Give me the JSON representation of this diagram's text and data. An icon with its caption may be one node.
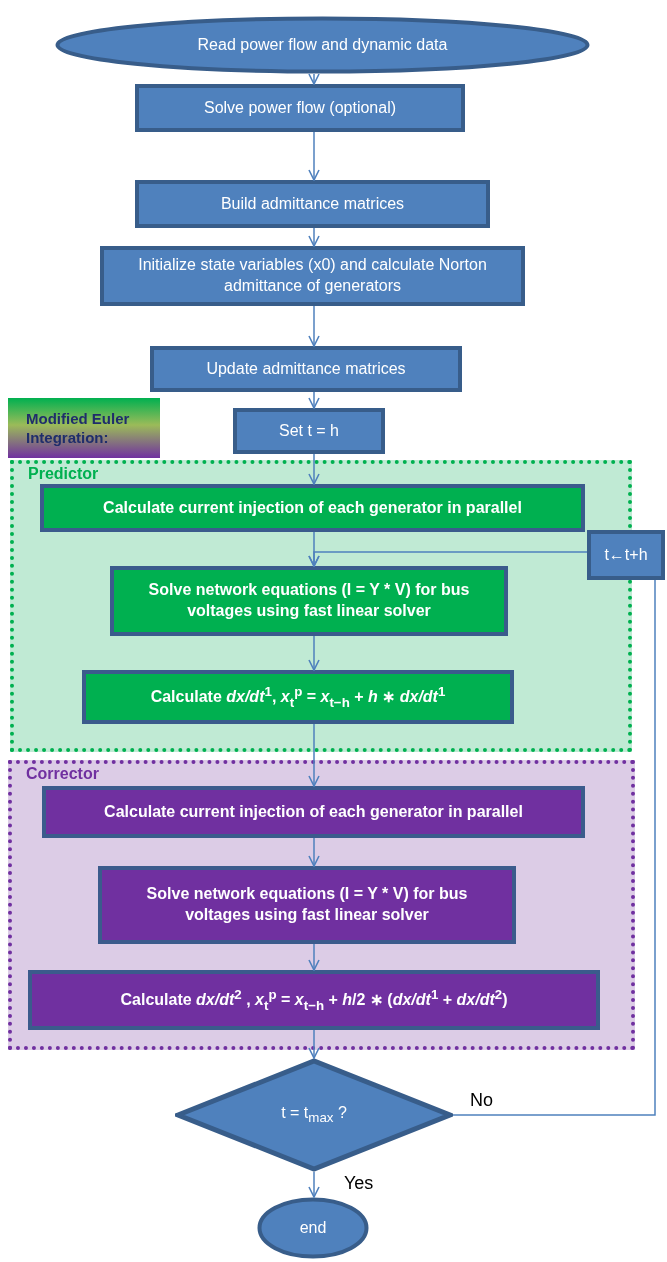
{
  "diagram": {
    "nodes": [
      {
        "text": [
          "Read power flow and dynamic data"
        ]
      },
      {
        "text": [
          "Solve power flow (optional)"
        ]
      },
      {
        "text": [
          "Build admittance matrices"
        ]
      },
      {
        "text": [
          "Initialize state variables (x0) and calculate Norton admittance of generators"
        ]
      },
      {
        "text": [
          "Update admittance matrices"
        ]
      },
      {
        "text": [
          "Modified Euler Integration:"
        ]
      },
      {
        "text": [
          "Set t = h"
        ]
      },
      {
        "text": [
          "Predictor"
        ]
      },
      {
        "text": [
          "Calculate current injection of each generator in parallel"
        ],
        "in": 7
      },
      {
        "text": [
          "Solve network equations (I = Y * V) for bus voltages using fast linear solver"
        ],
        "in": 7
      },
      {
        "text": [
          "Calculate *dx/dt*$^{1}$, *x*$_{t}$$^{p}$ = *x*$_{t−h}$ + *h* ∗ *dx/dt*$^{1}$"
        ],
        "in": 7
      },
      {
        "text": [
          "Corrector"
        ]
      },
      {
        "text": [
          "Calculate current injection of each generator in parallel"
        ],
        "in": 11
      },
      {
        "text": [
          "Solve network equations (I = Y * V) for bus voltages using fast linear solver"
        ],
        "in": 11
      },
      {
        "text": [
          "Calculate *dx/dt*$^{2}$ , *x*$_{t}$$^{p}$ = *x*$_{t−h}$ + *h*/2 ∗ (*dx/dt*$^{1}$ + *dx/dt*$^{2}$)"
        ],
        "in": 11
      },
      {
        "text": [
          "t = t$_{max}$ ?"
        ]
      },
      {
        "text": [
          "end"
        ]
      },
      {
        "text": [
          "t←t+h"
        ]
      }
    ],
    "edges": [
      {
        "from": 0,
        "to": 1,
        "arrow": "to"
      },
      {
        "from": 1,
        "to": 2,
        "arrow": "to"
      },
      {
        "from": 2,
        "to": 3,
        "arrow": "to"
      },
      {
        "from": 3,
        "to": 4,
        "arrow": "to"
      },
      {
        "from": 4,
        "to": 6,
        "arrow": "to"
      },
      {
        "from": 6,
        "to": 8,
        "arrow": "to"
      },
      {
        "from": 8,
        "to": 9,
        "arrow": "to"
      },
      {
        "from": 9,
        "to": 10,
        "arrow": "to"
      },
      {
        "from": 10,
        "to": 12,
        "arrow": "to"
      },
      {
        "from": 12,
        "to": 13,
        "arrow": "to"
      },
      {
        "from": 13,
        "to": 14,
        "arrow": "to"
      },
      {
        "from": 14,
        "to": 15,
        "arrow": "to"
      },
      {
        "from": 15,
        "to": 16,
        "label": "Yes",
        "arrow": "to"
      },
      {
        "from": 15,
        "to": 17,
        "label": "No",
        "arrow": "none"
      },
      {
        "from": 17,
        "to": 9,
        "arrow": "to"
      }
    ]
  }
}
